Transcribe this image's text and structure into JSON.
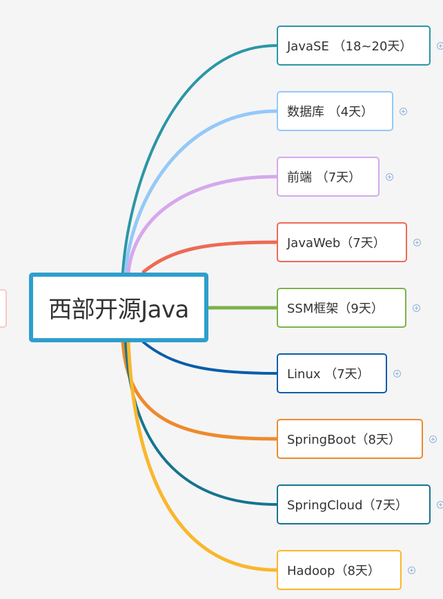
{
  "root": {
    "label": "西部开源Java",
    "color": "#2e9fcc"
  },
  "branches": [
    {
      "label": "JavaSE （18~20天）",
      "color": "#2a96a6"
    },
    {
      "label": "数据库 （4天）",
      "color": "#94c9f7"
    },
    {
      "label": "前端 （7天）",
      "color": "#d6a8ec"
    },
    {
      "label": "JavaWeb（7天）",
      "color": "#ee6a53"
    },
    {
      "label": "SSM框架（9天）",
      "color": "#7bb24a"
    },
    {
      "label": "Linux （7天）",
      "color": "#0a5daa"
    },
    {
      "label": "SpringBoot（8天）",
      "color": "#ee8a2d"
    },
    {
      "label": "SpringCloud（7天）",
      "color": "#16748f"
    },
    {
      "label": "Hadoop（8天）",
      "color": "#fab72a"
    }
  ],
  "expand_icon": "plus-circle-icon"
}
